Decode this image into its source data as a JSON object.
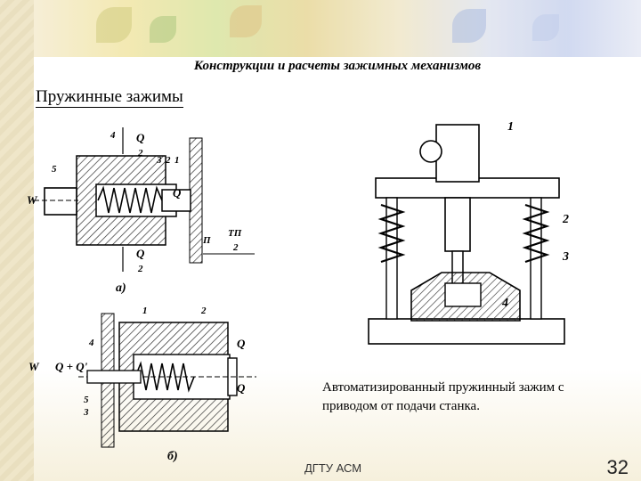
{
  "slide": {
    "header": "Конструкции и расчеты зажимных механизмов",
    "section_title": "Пружинные зажимы",
    "caption": "Автоматизированный пружинный зажим с приводом от подачи станка.",
    "footer": "ДГТУ АСМ",
    "page_number": "32"
  },
  "figure_a": {
    "label": "а)",
    "q_half_top": "Q",
    "q_half_bottom": "Q",
    "half": "2",
    "q": "Q",
    "w": "W",
    "numbers": [
      "4",
      "3",
      "2",
      "1",
      "5"
    ],
    "formula_left": "П",
    "formula_right": "ТП",
    "formula_den": "2"
  },
  "figure_b": {
    "label": "б)",
    "w": "W",
    "force": "Q + Q'",
    "q_top": "Q",
    "q_bottom": "Q",
    "numbers": [
      "1",
      "2",
      "4",
      "5",
      "3"
    ]
  },
  "figure_c": {
    "numbers": [
      "1",
      "2",
      "3",
      "4"
    ]
  },
  "colors": {
    "ink": "#000000",
    "hatch": "#333333",
    "banner_warm": "#f2e6a6",
    "banner_cool": "#c9d3ee"
  }
}
